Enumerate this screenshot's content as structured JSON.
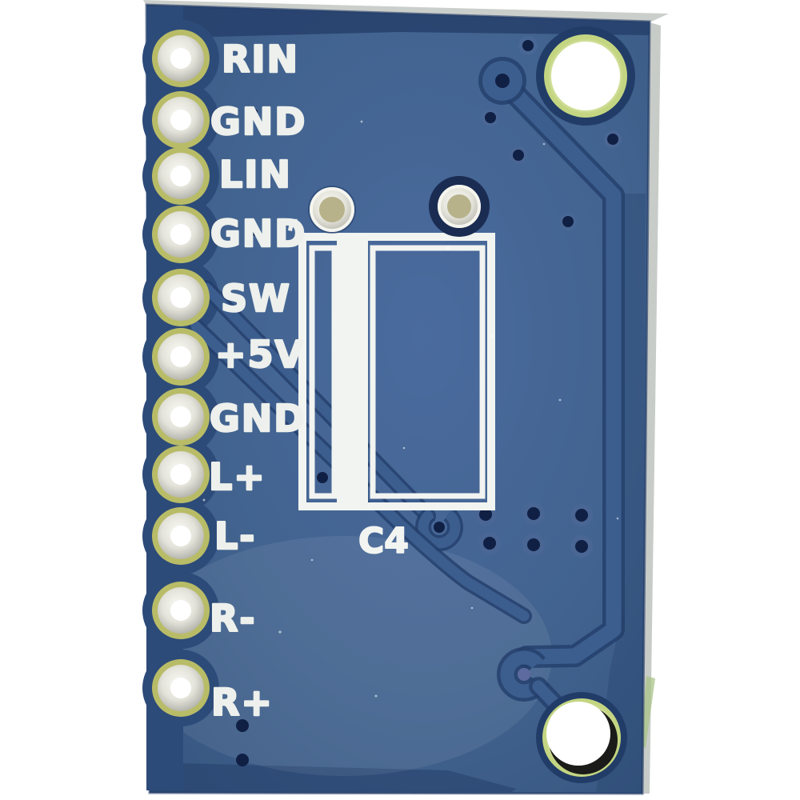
{
  "scene": {
    "description": "Photograph of the back side of a blue PCB audio amplifier breakout module on a white background",
    "background_color": "#ffffff"
  },
  "board": {
    "soldermask_color": "#42628f",
    "shadow_color": "#2d4b79",
    "trace_color": "#3c5e8f",
    "silkscreen_color": "#eef0ec",
    "pad_ring_color": "#b9bc67",
    "pad_solder_color": "#e6e6df",
    "hole_glow_color": "#c3d581",
    "bare_edge_color": "#cbcfcb",
    "designator": "C4",
    "pins": [
      {
        "label": "RIN"
      },
      {
        "label": "GND"
      },
      {
        "label": "LIN"
      },
      {
        "label": "GND"
      },
      {
        "label": "SW"
      },
      {
        "label": "+5V"
      },
      {
        "label": "GND"
      },
      {
        "label": "L+"
      },
      {
        "label": "L-"
      },
      {
        "label": "R-"
      },
      {
        "label": "R+"
      }
    ]
  }
}
